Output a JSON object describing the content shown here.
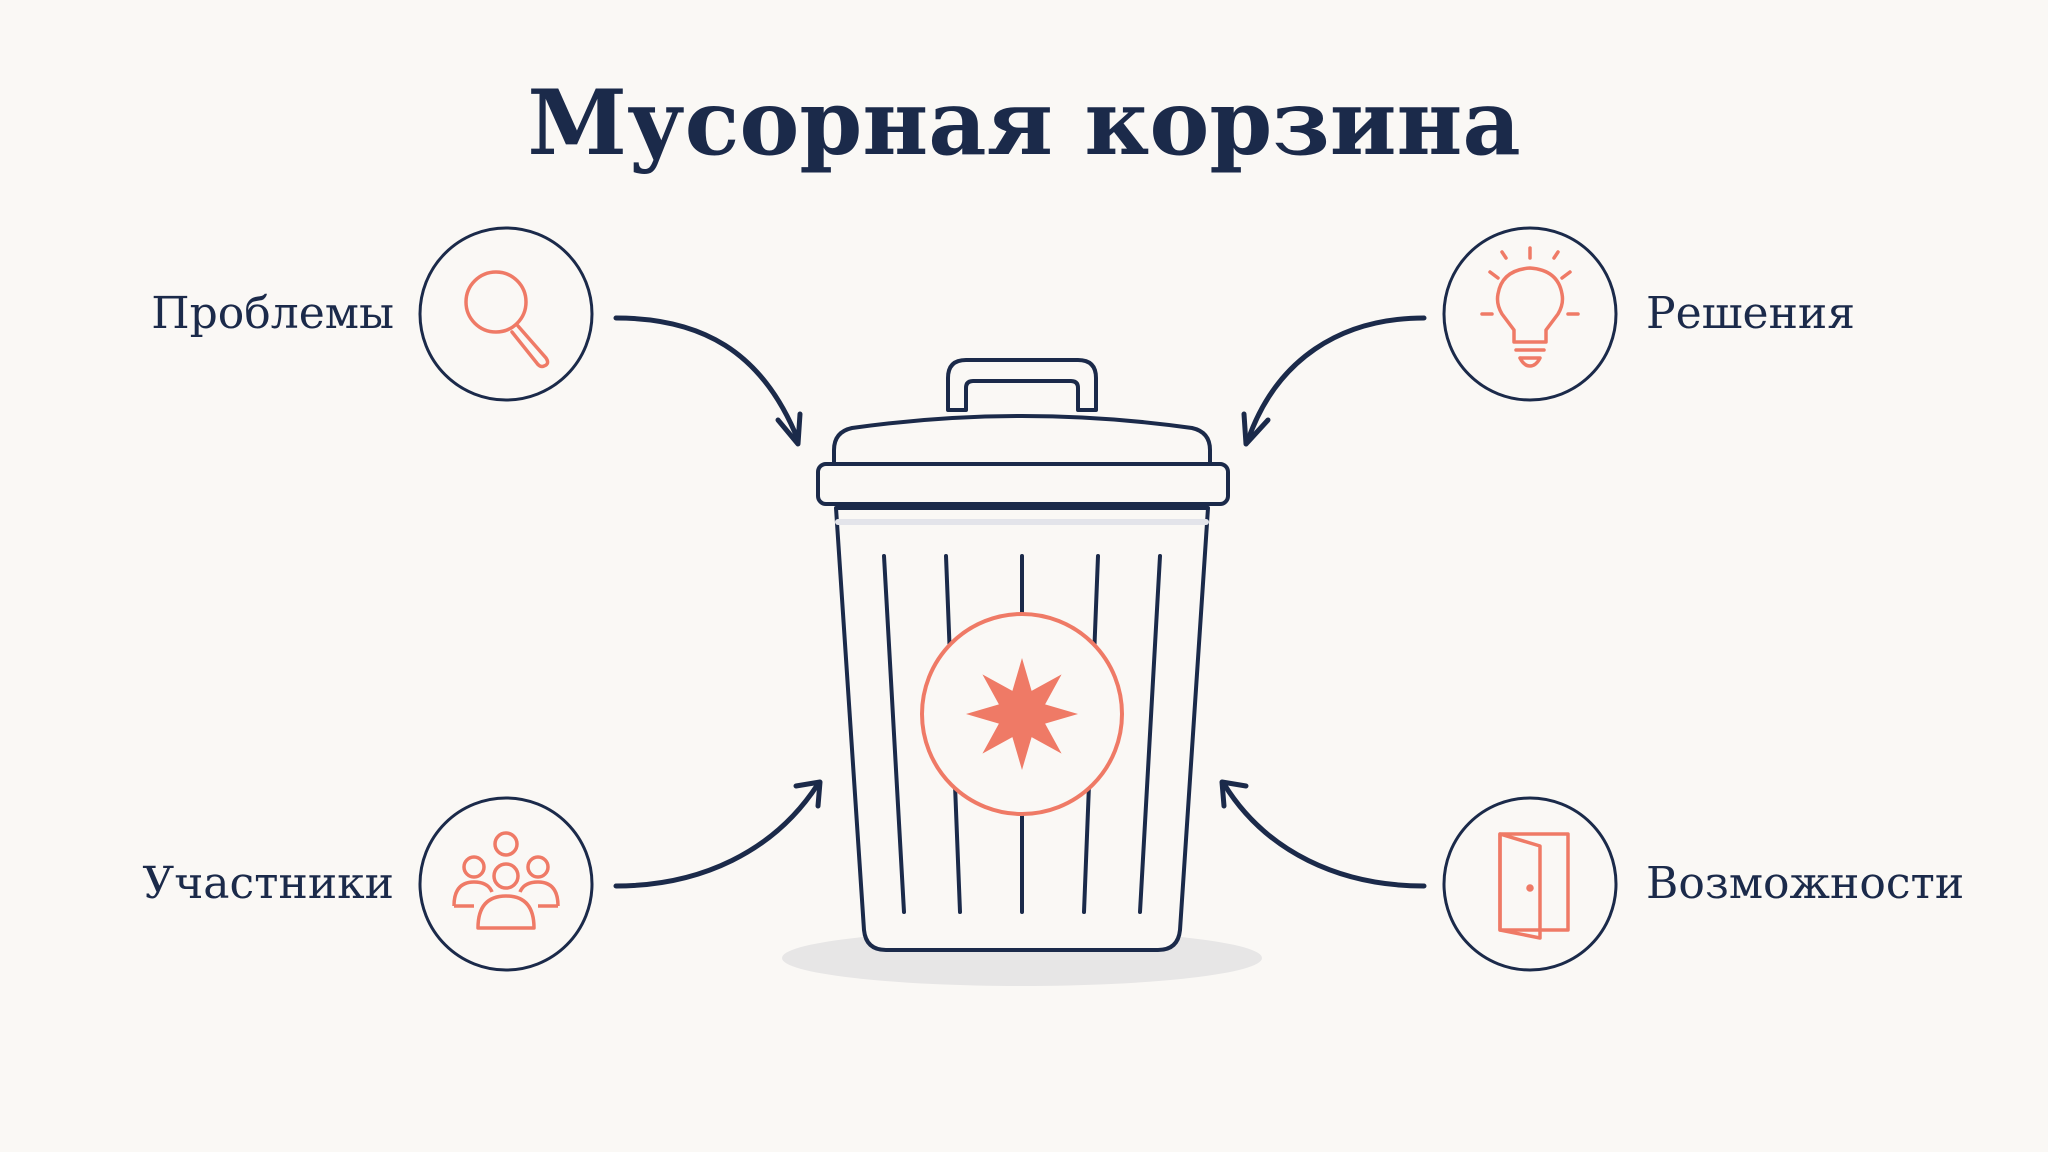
{
  "title": "Мусорная корзина",
  "nodes": {
    "problems": {
      "label": "Проблемы",
      "icon": "magnifier-icon"
    },
    "solutions": {
      "label": "Решения",
      "icon": "lightbulb-icon"
    },
    "participants": {
      "label": "Участники",
      "icon": "people-group-icon"
    },
    "opportunities": {
      "label": "Возможности",
      "icon": "open-door-icon"
    }
  },
  "center": {
    "icon": "trash-can-icon",
    "emblem": "eight-point-star-icon"
  },
  "colors": {
    "background": "#faf8f5",
    "navy": "#1b2a4a",
    "coral": "#ef7a66"
  }
}
